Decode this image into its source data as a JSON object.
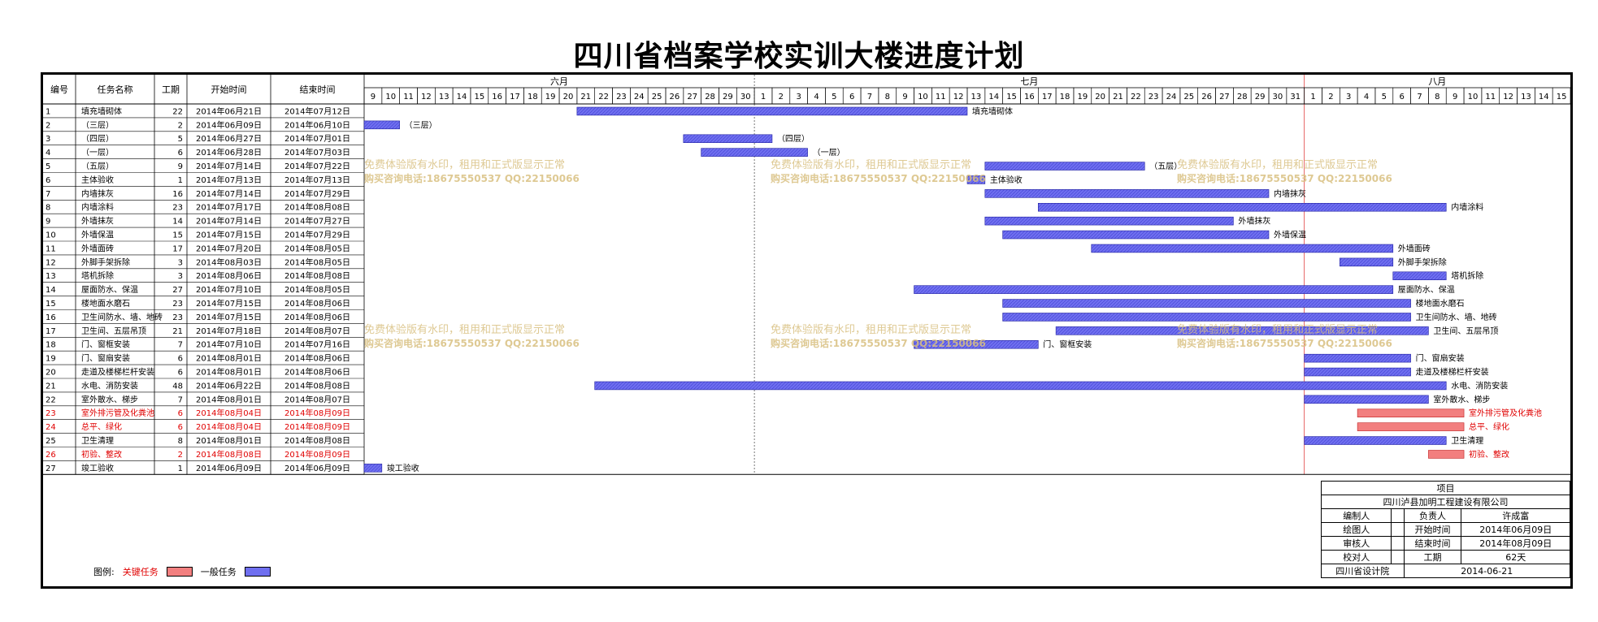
{
  "title": "四川省档案学校实训大楼进度计划",
  "columns": [
    "编号",
    "任务名称",
    "工期",
    "开始时间",
    "结束时间"
  ],
  "months": [
    {
      "label": "六月",
      "days": [
        9,
        10,
        11,
        12,
        13,
        14,
        15,
        16,
        17,
        18,
        19,
        20,
        21,
        22,
        23,
        24,
        25,
        26,
        27,
        28,
        29,
        30
      ]
    },
    {
      "label": "七月",
      "days": [
        1,
        2,
        3,
        4,
        5,
        6,
        7,
        8,
        9,
        10,
        11,
        12,
        13,
        14,
        15,
        16,
        17,
        18,
        19,
        20,
        21,
        22,
        23,
        24,
        25,
        26,
        27,
        28,
        29,
        30,
        31
      ]
    },
    {
      "label": "八月",
      "days": [
        1,
        2,
        3,
        4,
        5,
        6,
        7,
        8,
        9,
        10,
        11,
        12,
        13,
        14,
        15
      ]
    }
  ],
  "watermark": {
    "line1": "免费体验版有水印，租用和正式版显示正常",
    "line2": "购买咨询电话:18675550537 QQ:22150066"
  },
  "legend": {
    "label": "图例:",
    "critical": "关键任务",
    "normal": "一般任务"
  },
  "colors": {
    "critical": "#f27f7f",
    "normal": "#6f6ff0",
    "critical_text": "#e00000",
    "watermark": "#d8c080"
  },
  "info_table": {
    "project_label": "项目",
    "company": "四川泸县加明工程建设有限公司",
    "prepared_by": "编制人",
    "responsible": "负责人",
    "responsible_value": "许成富",
    "drawn_by": "绘图人",
    "start_label": "开始时间",
    "start_value": "2014年06月09日",
    "reviewed_by": "审核人",
    "end_label": "结束时间",
    "end_value": "2014年08月09日",
    "checked_by": "校对人",
    "duration_label": "工期",
    "duration_value": "62天",
    "institute": "四川省设计院",
    "date": "2014-06-21"
  },
  "chart_data": {
    "type": "gantt",
    "title": "四川省档案学校实训大楼进度计划",
    "time_range": [
      "2014-06-09",
      "2014-08-15"
    ],
    "tasks": [
      {
        "id": "1",
        "name": "填充墙砌体",
        "duration": "22",
        "start": "2014年06月21日",
        "end": "2014年07月12日",
        "start_date": "2014-06-21",
        "end_date": "2014-07-12",
        "critical": false,
        "label": "填充墙砌体"
      },
      {
        "id": "2",
        "name": "（三层）",
        "duration": "2",
        "start": "2014年06月09日",
        "end": "2014年06月10日",
        "start_date": "2014-06-09",
        "end_date": "2014-06-10",
        "critical": false,
        "label": "（三层）"
      },
      {
        "id": "3",
        "name": "（四层）",
        "duration": "5",
        "start": "2014年06月27日",
        "end": "2014年07月01日",
        "start_date": "2014-06-27",
        "end_date": "2014-07-01",
        "critical": false,
        "label": "（四层）"
      },
      {
        "id": "4",
        "name": "（一层）",
        "duration": "6",
        "start": "2014年06月28日",
        "end": "2014年07月03日",
        "start_date": "2014-06-28",
        "end_date": "2014-07-03",
        "critical": false,
        "label": "（一层）"
      },
      {
        "id": "5",
        "name": "（五层）",
        "duration": "9",
        "start": "2014年07月14日",
        "end": "2014年07月22日",
        "start_date": "2014-07-14",
        "end_date": "2014-07-22",
        "critical": false,
        "label": "（五层）"
      },
      {
        "id": "6",
        "name": "主体验收",
        "duration": "1",
        "start": "2014年07月13日",
        "end": "2014年07月13日",
        "start_date": "2014-07-13",
        "end_date": "2014-07-13",
        "critical": false,
        "label": "主体验收"
      },
      {
        "id": "7",
        "name": "内墙抹灰",
        "duration": "16",
        "start": "2014年07月14日",
        "end": "2014年07月29日",
        "start_date": "2014-07-14",
        "end_date": "2014-07-29",
        "critical": false,
        "label": "内墙抹灰"
      },
      {
        "id": "8",
        "name": "内墙涂料",
        "duration": "23",
        "start": "2014年07月17日",
        "end": "2014年08月08日",
        "start_date": "2014-07-17",
        "end_date": "2014-08-08",
        "critical": false,
        "label": "内墙涂料"
      },
      {
        "id": "9",
        "name": "外墙抹灰",
        "duration": "14",
        "start": "2014年07月14日",
        "end": "2014年07月27日",
        "start_date": "2014-07-14",
        "end_date": "2014-07-27",
        "critical": false,
        "label": "外墙抹灰"
      },
      {
        "id": "10",
        "name": "外墙保温",
        "duration": "15",
        "start": "2014年07月15日",
        "end": "2014年07月29日",
        "start_date": "2014-07-15",
        "end_date": "2014-07-29",
        "critical": false,
        "label": "外墙保温"
      },
      {
        "id": "11",
        "name": "外墙面砖",
        "duration": "17",
        "start": "2014年07月20日",
        "end": "2014年08月05日",
        "start_date": "2014-07-20",
        "end_date": "2014-08-05",
        "critical": false,
        "label": "外墙面砖"
      },
      {
        "id": "12",
        "name": "外脚手架拆除",
        "duration": "3",
        "start": "2014年08月03日",
        "end": "2014年08月05日",
        "start_date": "2014-08-03",
        "end_date": "2014-08-05",
        "critical": false,
        "label": "外脚手架拆除"
      },
      {
        "id": "13",
        "name": "塔机拆除",
        "duration": "3",
        "start": "2014年08月06日",
        "end": "2014年08月08日",
        "start_date": "2014-08-06",
        "end_date": "2014-08-08",
        "critical": false,
        "label": "塔机拆除"
      },
      {
        "id": "14",
        "name": "屋面防水、保温",
        "duration": "27",
        "start": "2014年07月10日",
        "end": "2014年08月05日",
        "start_date": "2014-07-10",
        "end_date": "2014-08-05",
        "critical": false,
        "label": "屋面防水、保温"
      },
      {
        "id": "15",
        "name": "楼地面水磨石",
        "duration": "23",
        "start": "2014年07月15日",
        "end": "2014年08月06日",
        "start_date": "2014-07-15",
        "end_date": "2014-08-06",
        "critical": false,
        "label": "楼地面水磨石"
      },
      {
        "id": "16",
        "name": "卫生间防水、墙、地砖",
        "duration": "23",
        "start": "2014年07月15日",
        "end": "2014年08月06日",
        "start_date": "2014-07-15",
        "end_date": "2014-08-06",
        "critical": false,
        "label": "卫生间防水、墙、地砖"
      },
      {
        "id": "17",
        "name": "卫生间、五层吊顶",
        "duration": "21",
        "start": "2014年07月18日",
        "end": "2014年08月07日",
        "start_date": "2014-07-18",
        "end_date": "2014-08-07",
        "critical": false,
        "label": "卫生间、五层吊顶"
      },
      {
        "id": "18",
        "name": "门、窗框安装",
        "duration": "7",
        "start": "2014年07月10日",
        "end": "2014年07月16日",
        "start_date": "2014-07-10",
        "end_date": "2014-07-16",
        "critical": false,
        "label": "门、窗框安装"
      },
      {
        "id": "19",
        "name": "门、窗扇安装",
        "duration": "6",
        "start": "2014年08月01日",
        "end": "2014年08月06日",
        "start_date": "2014-08-01",
        "end_date": "2014-08-06",
        "critical": false,
        "label": "门、窗扇安装"
      },
      {
        "id": "20",
        "name": "走道及楼梯栏杆安装",
        "duration": "6",
        "start": "2014年08月01日",
        "end": "2014年08月06日",
        "start_date": "2014-08-01",
        "end_date": "2014-08-06",
        "critical": false,
        "label": "走道及楼梯栏杆安装"
      },
      {
        "id": "21",
        "name": "水电、消防安装",
        "duration": "48",
        "start": "2014年06月22日",
        "end": "2014年08月08日",
        "start_date": "2014-06-22",
        "end_date": "2014-08-08",
        "critical": false,
        "label": "水电、消防安装"
      },
      {
        "id": "22",
        "name": "室外散水、梯步",
        "duration": "7",
        "start": "2014年08月01日",
        "end": "2014年08月07日",
        "start_date": "2014-08-01",
        "end_date": "2014-08-07",
        "critical": false,
        "label": "室外散水、梯步"
      },
      {
        "id": "23",
        "name": "室外排污管及化粪池",
        "duration": "6",
        "start": "2014年08月04日",
        "end": "2014年08月09日",
        "start_date": "2014-08-04",
        "end_date": "2014-08-09",
        "critical": true,
        "label": "室外排污管及化粪池"
      },
      {
        "id": "24",
        "name": "总平、绿化",
        "duration": "6",
        "start": "2014年08月04日",
        "end": "2014年08月09日",
        "start_date": "2014-08-04",
        "end_date": "2014-08-09",
        "critical": true,
        "label": "总平、绿化"
      },
      {
        "id": "25",
        "name": "卫生清理",
        "duration": "8",
        "start": "2014年08月01日",
        "end": "2014年08月08日",
        "start_date": "2014-08-01",
        "end_date": "2014-08-08",
        "critical": false,
        "label": "卫生清理"
      },
      {
        "id": "26",
        "name": "初验、整改",
        "duration": "2",
        "start": "2014年08月08日",
        "end": "2014年08月09日",
        "start_date": "2014-08-08",
        "end_date": "2014-08-09",
        "critical": true,
        "label": "初验、整改"
      },
      {
        "id": "27",
        "name": "竣工验收",
        "duration": "1",
        "start": "2014年06月09日",
        "end": "2014年06月09日",
        "start_date": "2014-06-09",
        "end_date": "2014-06-09",
        "critical": false,
        "label": "竣工验收"
      }
    ]
  }
}
